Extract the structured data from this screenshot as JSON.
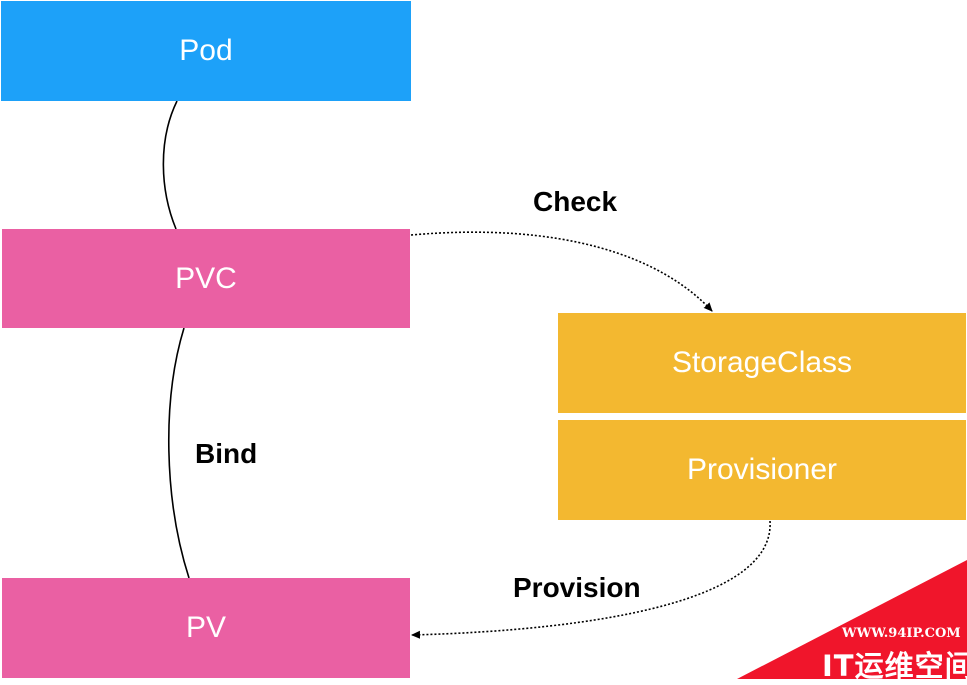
{
  "nodes": {
    "pod": "Pod",
    "pvc": "PVC",
    "pv": "PV",
    "storage_class": "StorageClass",
    "provisioner": "Provisioner"
  },
  "edges": {
    "check": "Check",
    "bind": "Bind",
    "provision": "Provision"
  },
  "colors": {
    "pod": "#1DA1F9",
    "pvc": "#EA60A3",
    "pv": "#EA60A3",
    "storage": "#F3B830",
    "watermark": "#F0152B"
  },
  "watermark": {
    "url": "WWW.94IP.COM",
    "name": "IT运维空间"
  }
}
